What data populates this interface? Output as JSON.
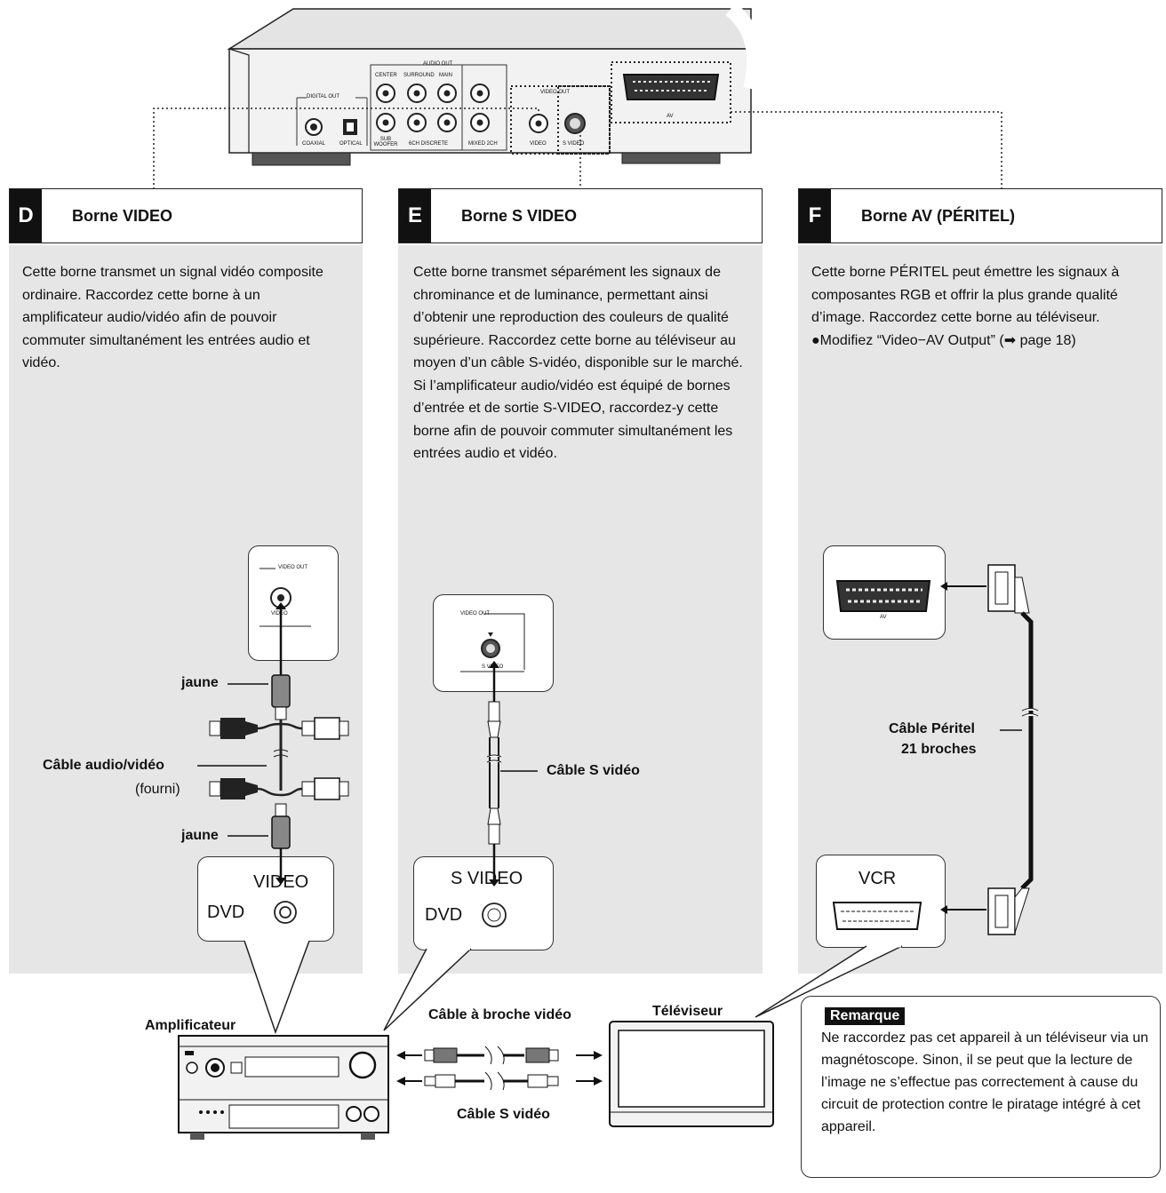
{
  "sections": [
    {
      "letter": "D",
      "title": "Borne VIDEO",
      "body": "Cette borne transmet un signal vidéo composite ordinaire. Raccordez cette borne à un amplificateur audio/vidéo afin de pouvoir commuter simultanément les entrées audio et vidéo."
    },
    {
      "letter": "E",
      "title": "Borne S VIDEO",
      "body": "Cette borne transmet séparément les signaux de chrominance et de luminance, permettant ainsi d’obtenir une reproduction des couleurs de qualité supérieure. Raccordez cette borne au téléviseur au moyen d’un câble S-vidéo, disponible sur le marché. Si l’amplificateur audio/vidéo est équipé de bornes d’entrée et de sortie S-VIDEO, raccordez-y cette borne afin de pouvoir commuter simultanément les entrées audio et vidéo."
    },
    {
      "letter": "F",
      "title": "Borne AV (PÉRITEL)",
      "body": "Cette borne PÉRITEL peut émettre les signaux à composantes RGB et offrir la plus grande qualité d’image. Raccordez cette borne au téléviseur.",
      "bullet": "●Modifiez “Video−AV Output” (➡ page 18)"
    }
  ],
  "rear_panel": {
    "digital_out": "DIGITAL OUT",
    "coaxial": "COAXIAL",
    "optical": "OPTICAL",
    "audio_out": "AUDIO OUT",
    "center": "CENTER",
    "surround": "SURROUND",
    "main": "MAIN",
    "sub_woofer": "SUB WOOFER",
    "ch_discrete": "6CH DISCRETE",
    "mixed": "MIXED 2CH",
    "video_out": "VIDEO OUT",
    "video": "VIDEO",
    "s_video": "S VIDEO",
    "av": "AV"
  },
  "diagram_d": {
    "video_out": "VIDEO OUT",
    "video": "VIDEO",
    "jaune_top": "jaune",
    "cable": "Câble audio/vidéo",
    "fourni": "(fourni)",
    "jaune_bottom": "jaune",
    "amp_video": "VIDEO",
    "amp_dvd": "DVD"
  },
  "diagram_e": {
    "video_out": "VIDEO OUT",
    "s_video": "S VIDEO",
    "cable": "Câble S vidéo",
    "tv_s_video": "S VIDEO",
    "tv_dvd": "DVD"
  },
  "diagram_f": {
    "av": "AV",
    "cable_line1": "Câble Péritel",
    "cable_line2": "21 broches",
    "vcr": "VCR"
  },
  "bottom": {
    "amplifier": "Amplificateur",
    "tv": "Téléviseur",
    "pin_cable": "Câble à broche vidéo",
    "s_cable": "Câble S vidéo"
  },
  "note": {
    "title": "Remarque",
    "text": "Ne raccordez pas cet appareil à un téléviseur via un magnétoscope. Sinon, il se peut que la lecture de l’image ne s’effectue pas correctement à cause du circuit de protection contre le piratage intégré à cet appareil."
  }
}
